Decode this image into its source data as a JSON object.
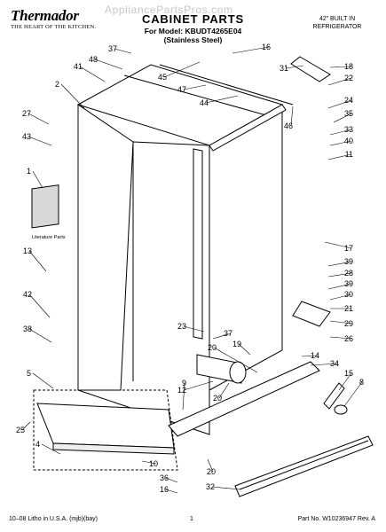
{
  "header": {
    "brand": "Thermador",
    "tagline": "THE HEART OF THE KITCHEN.",
    "watermark": "AppliancePartsPros.com",
    "title": "CABINET PARTS",
    "model_line": "For Model: KBUDT4265E04",
    "variant": "(Stainless Steel)",
    "product_line1": "42\" BUILT IN",
    "product_line2": "REFRIGERATOR"
  },
  "literature_label": "Literature Parts",
  "callouts": [
    "37",
    "16",
    "48",
    "45",
    "31",
    "18",
    "41",
    "22",
    "47",
    "2",
    "44",
    "24",
    "46",
    "27",
    "35",
    "33",
    "43",
    "40",
    "11",
    "1",
    "17",
    "39",
    "13",
    "28",
    "39",
    "42",
    "30",
    "21",
    "29",
    "38",
    "23",
    "37",
    "26",
    "19",
    "20",
    "14",
    "34",
    "5",
    "9",
    "15",
    "12",
    "20",
    "8",
    "25",
    "4",
    "10",
    "20",
    "36",
    "16",
    "32"
  ],
  "footer": {
    "left": "10–08 Litho in U.S.A. (mjb)(bay)",
    "page": "1",
    "right": "Part No. W10236947 Rev. A"
  }
}
